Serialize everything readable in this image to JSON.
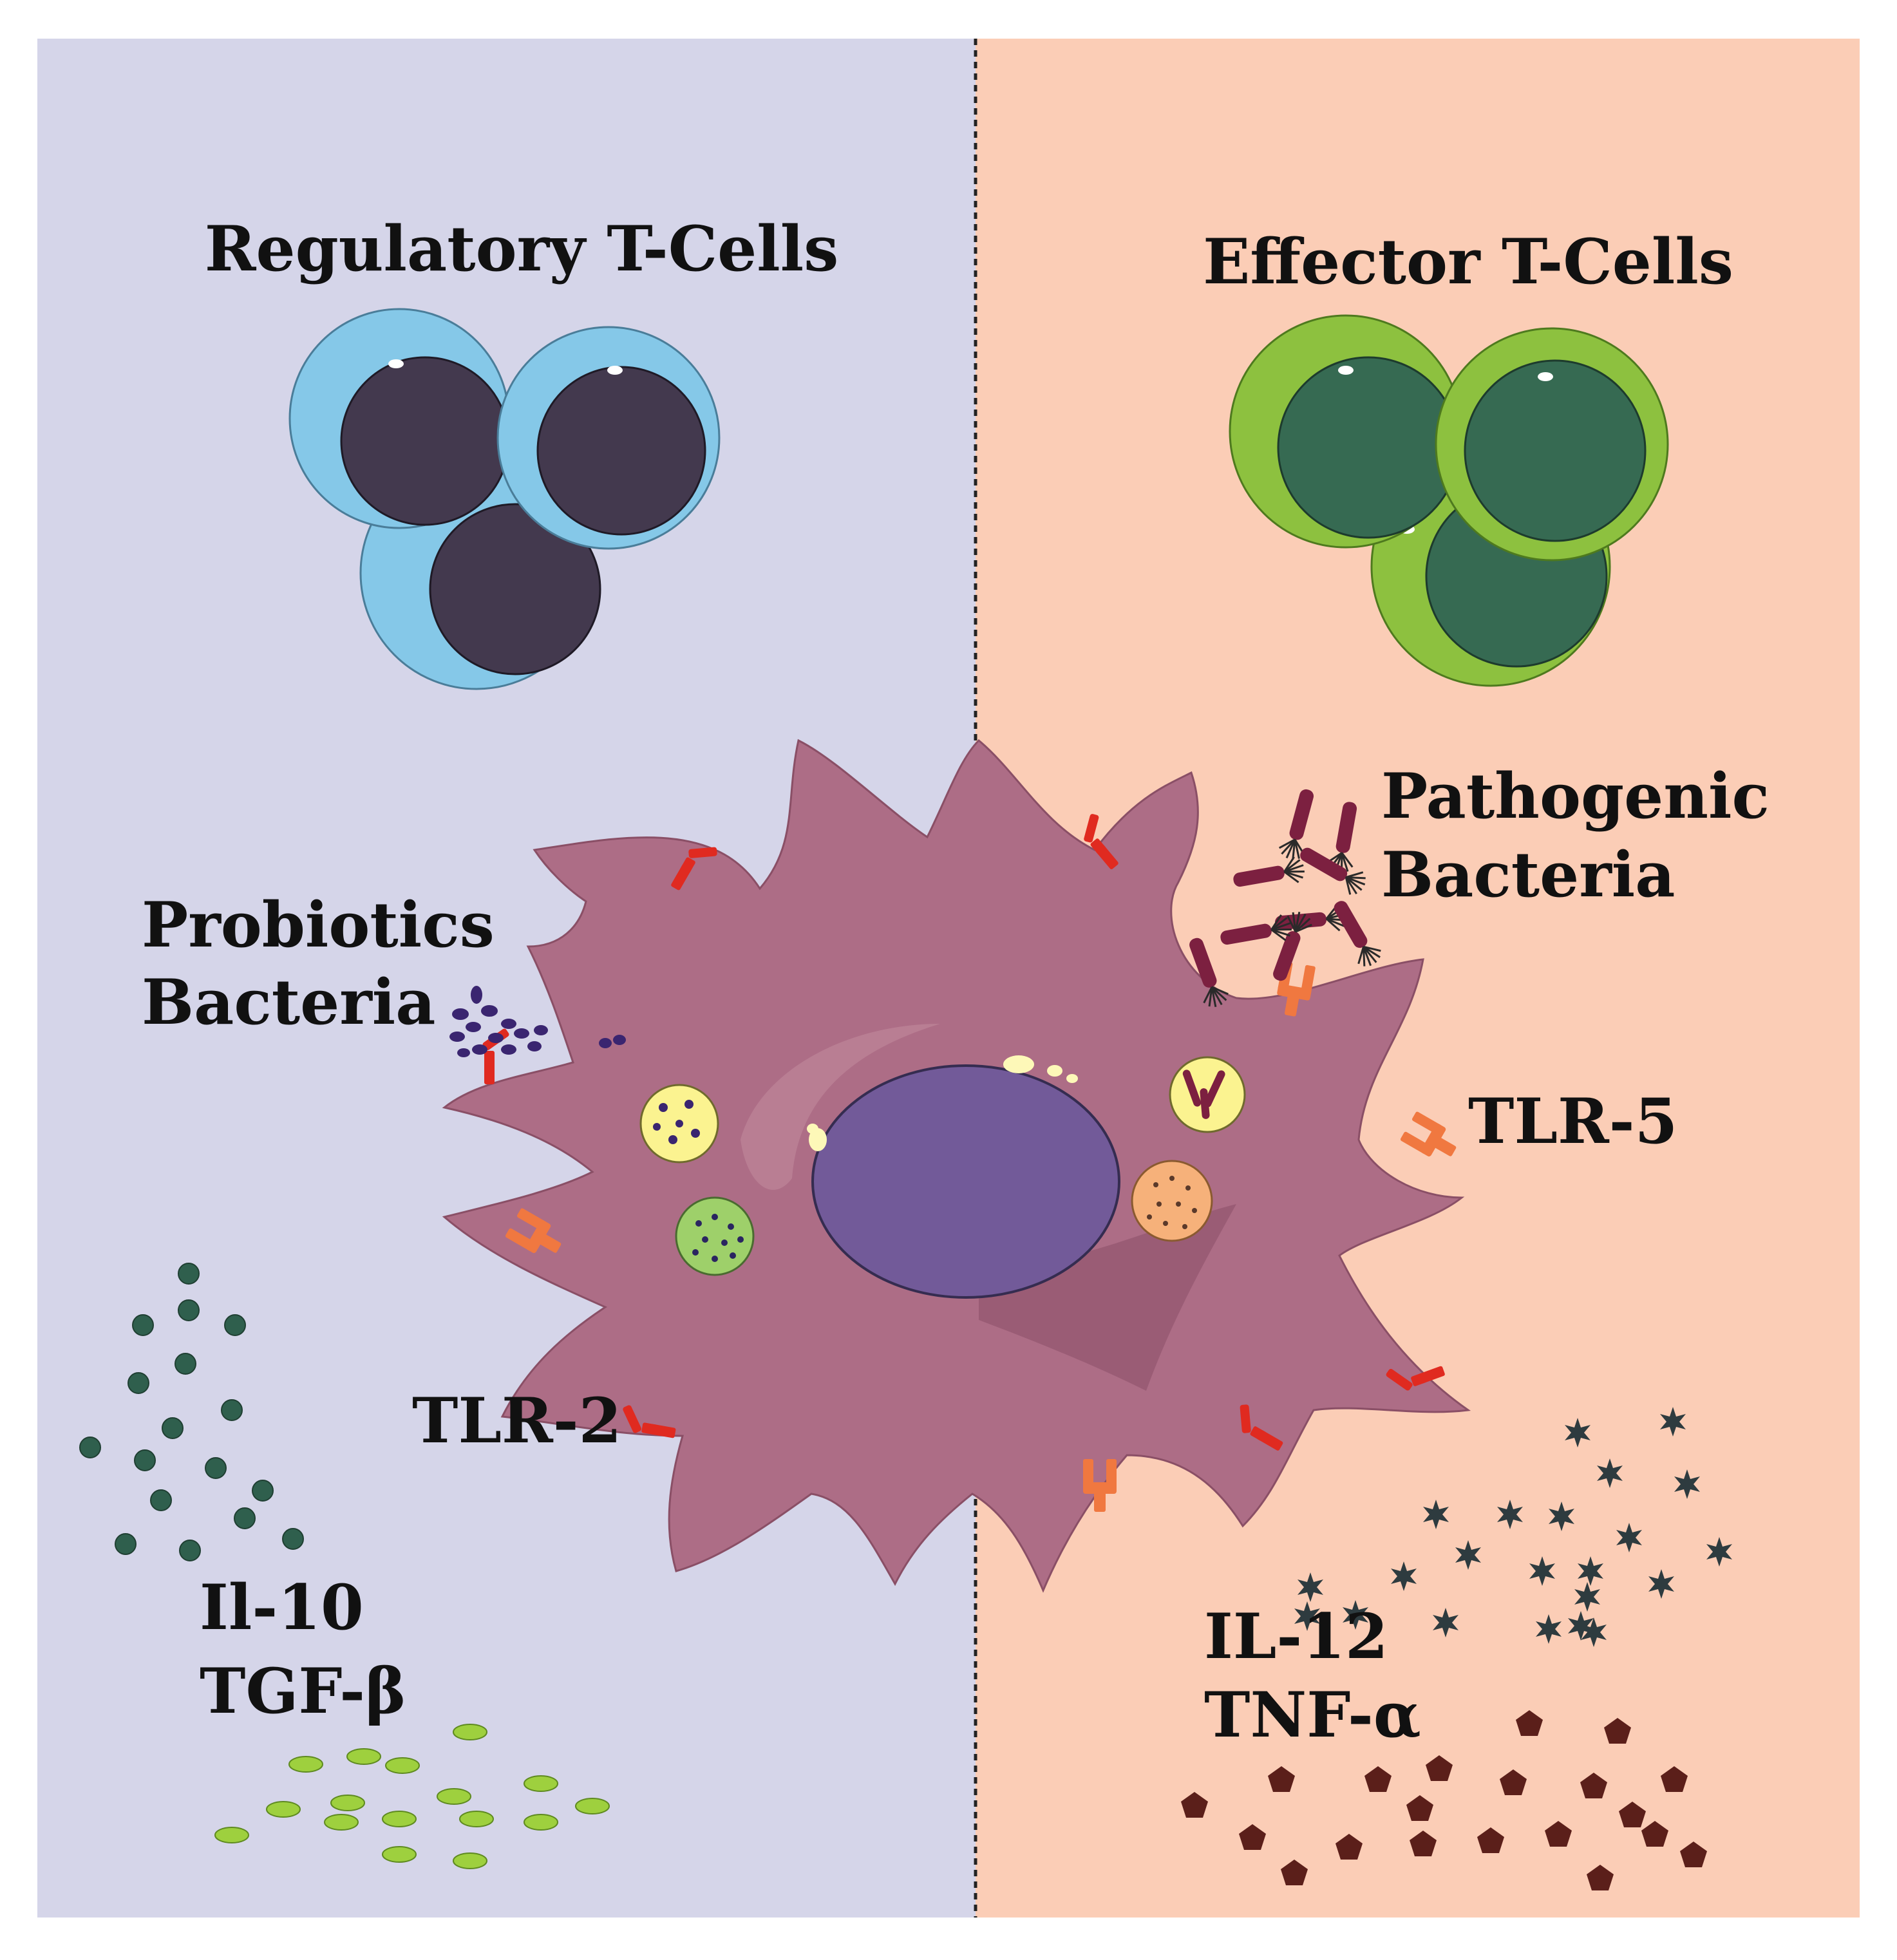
{
  "left_panel": {
    "title": "Regulatory T-Cells",
    "bacteria_label": [
      "Probiotics",
      "Bacteria"
    ],
    "receptor_label": "TLR-2",
    "cytokine_label": [
      "Il-10",
      "TGF-β"
    ]
  },
  "right_panel": {
    "title": "Effector T-Cells",
    "bacteria_label": [
      "Pathogenic",
      "Bacteria"
    ],
    "receptor_label": "TLR-5",
    "cytokine_label": [
      "IL-12",
      "TNF-α"
    ]
  },
  "colors": {
    "left_bg": "#d5d5e9",
    "right_bg": "#fbcdb6",
    "treg_membrane": "#85c8e8",
    "treg_nucleus": "#43394e",
    "teff_membrane": "#8dc13f",
    "teff_nucleus": "#366a52",
    "dendritic_cell": "#ad6d86",
    "cell_nucleus": "#725a99",
    "tlr2_receptor": "#e02a20",
    "tlr5_receptor": "#f07840",
    "il10_dots": "#2f5f4d",
    "tgfb_ovals": "#9ed03e",
    "il12_stars": "#2e3b3f",
    "tnfa_pentagons": "#5b1f1a",
    "probiotic_bacteria": "#3a2570",
    "pathogenic_bacteria": "#7c2040"
  },
  "icons": [
    "t-cell-icon",
    "dendritic-cell-icon",
    "receptor-icon",
    "bacteria-icon",
    "cytokine-icon"
  ]
}
